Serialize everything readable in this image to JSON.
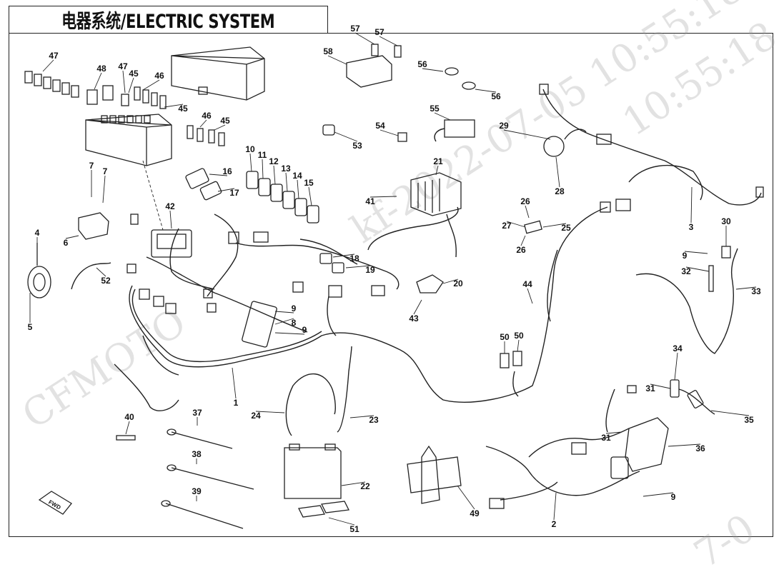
{
  "title": "电器系统/ELECTRIC SYSTEM",
  "watermarks": [
    "CFMOTO",
    "kf-2022-07-05 10:55:18",
    "10:55:18",
    "7-0"
  ],
  "fwd_label": "FWD",
  "callouts": [
    {
      "id": "c1",
      "num": "1"
    },
    {
      "id": "c2",
      "num": "2"
    },
    {
      "id": "c3",
      "num": "3"
    },
    {
      "id": "c4",
      "num": "4"
    },
    {
      "id": "c5",
      "num": "5"
    },
    {
      "id": "c6",
      "num": "6"
    },
    {
      "id": "c7a",
      "num": "7"
    },
    {
      "id": "c7b",
      "num": "7"
    },
    {
      "id": "c8",
      "num": "8"
    },
    {
      "id": "c9a",
      "num": "9"
    },
    {
      "id": "c9b",
      "num": "9"
    },
    {
      "id": "c9c",
      "num": "9"
    },
    {
      "id": "c9d",
      "num": "9"
    },
    {
      "id": "c10",
      "num": "10"
    },
    {
      "id": "c11",
      "num": "11"
    },
    {
      "id": "c12",
      "num": "12"
    },
    {
      "id": "c13",
      "num": "13"
    },
    {
      "id": "c14",
      "num": "14"
    },
    {
      "id": "c15",
      "num": "15"
    },
    {
      "id": "c16",
      "num": "16"
    },
    {
      "id": "c17",
      "num": "17"
    },
    {
      "id": "c18",
      "num": "18"
    },
    {
      "id": "c19",
      "num": "19"
    },
    {
      "id": "c20",
      "num": "20"
    },
    {
      "id": "c21",
      "num": "21"
    },
    {
      "id": "c22",
      "num": "22"
    },
    {
      "id": "c23",
      "num": "23"
    },
    {
      "id": "c24",
      "num": "24"
    },
    {
      "id": "c25",
      "num": "25"
    },
    {
      "id": "c26a",
      "num": "26"
    },
    {
      "id": "c26b",
      "num": "26"
    },
    {
      "id": "c27",
      "num": "27"
    },
    {
      "id": "c28",
      "num": "28"
    },
    {
      "id": "c29",
      "num": "29"
    },
    {
      "id": "c30",
      "num": "30"
    },
    {
      "id": "c31a",
      "num": "31"
    },
    {
      "id": "c31b",
      "num": "31"
    },
    {
      "id": "c32",
      "num": "32"
    },
    {
      "id": "c33",
      "num": "33"
    },
    {
      "id": "c34",
      "num": "34"
    },
    {
      "id": "c35",
      "num": "35"
    },
    {
      "id": "c36",
      "num": "36"
    },
    {
      "id": "c37",
      "num": "37"
    },
    {
      "id": "c38",
      "num": "38"
    },
    {
      "id": "c39",
      "num": "39"
    },
    {
      "id": "c40",
      "num": "40"
    },
    {
      "id": "c41",
      "num": "41"
    },
    {
      "id": "c42",
      "num": "42"
    },
    {
      "id": "c43",
      "num": "43"
    },
    {
      "id": "c44",
      "num": "44"
    },
    {
      "id": "c45a",
      "num": "45"
    },
    {
      "id": "c45b",
      "num": "45"
    },
    {
      "id": "c45c",
      "num": "45"
    },
    {
      "id": "c46a",
      "num": "46"
    },
    {
      "id": "c46b",
      "num": "46"
    },
    {
      "id": "c47a",
      "num": "47"
    },
    {
      "id": "c47b",
      "num": "47"
    },
    {
      "id": "c48",
      "num": "48"
    },
    {
      "id": "c49",
      "num": "49"
    },
    {
      "id": "c50a",
      "num": "50"
    },
    {
      "id": "c50b",
      "num": "50"
    },
    {
      "id": "c51",
      "num": "51"
    },
    {
      "id": "c52",
      "num": "52"
    },
    {
      "id": "c53",
      "num": "53"
    },
    {
      "id": "c54",
      "num": "54"
    },
    {
      "id": "c55",
      "num": "55"
    },
    {
      "id": "c56a",
      "num": "56"
    },
    {
      "id": "c56b",
      "num": "56"
    },
    {
      "id": "c57a",
      "num": "57"
    },
    {
      "id": "c57b",
      "num": "57"
    },
    {
      "id": "c58",
      "num": "58"
    }
  ]
}
